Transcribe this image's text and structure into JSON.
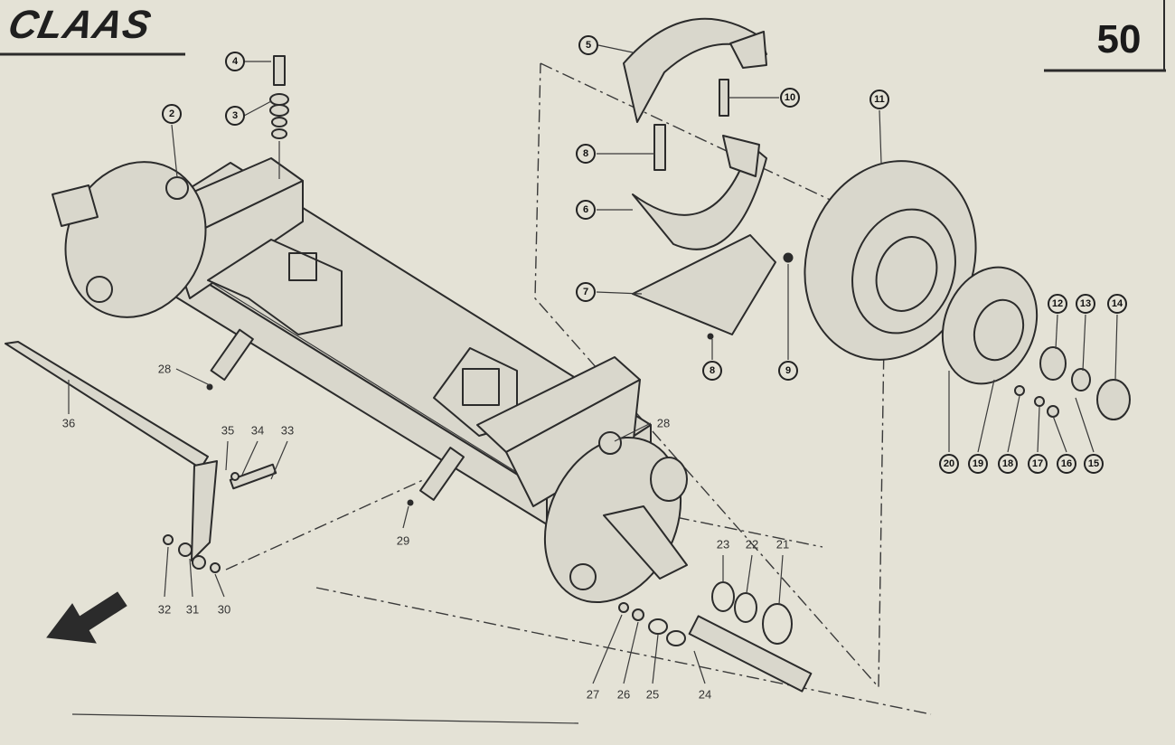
{
  "brand": "CLAAS",
  "page_number": "50",
  "colors": {
    "paper": "#e4e2d6",
    "ink": "#2b2b2b"
  },
  "icons": {
    "direction": "arrow-down-left-icon"
  },
  "callouts": [
    {
      "label": "4"
    },
    {
      "label": "3"
    },
    {
      "label": "2"
    },
    {
      "label": "5"
    },
    {
      "label": "10"
    },
    {
      "label": "8"
    },
    {
      "label": "6"
    },
    {
      "label": "7"
    },
    {
      "label": "8"
    },
    {
      "label": "9"
    },
    {
      "label": "11"
    },
    {
      "label": "12"
    },
    {
      "label": "13"
    },
    {
      "label": "14"
    },
    {
      "label": "20"
    },
    {
      "label": "19"
    },
    {
      "label": "18"
    },
    {
      "label": "17"
    },
    {
      "label": "16"
    },
    {
      "label": "15"
    },
    {
      "label": "28"
    },
    {
      "label": "36"
    },
    {
      "label": "35"
    },
    {
      "label": "34"
    },
    {
      "label": "33"
    },
    {
      "label": "29"
    },
    {
      "label": "28"
    },
    {
      "label": "32"
    },
    {
      "label": "31"
    },
    {
      "label": "30"
    },
    {
      "label": "23"
    },
    {
      "label": "22"
    },
    {
      "label": "21"
    },
    {
      "label": "27"
    },
    {
      "label": "26"
    },
    {
      "label": "25"
    },
    {
      "label": "24"
    }
  ]
}
